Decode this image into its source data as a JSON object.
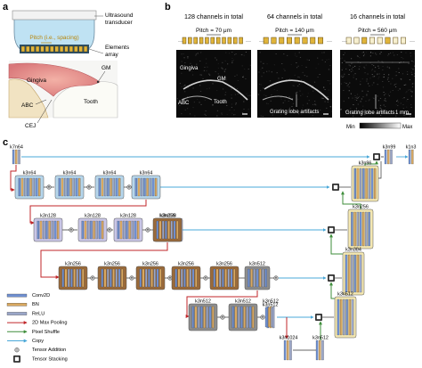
{
  "panels": {
    "a": {
      "letter": "a",
      "labels": {
        "transducer": "Ultrasound",
        "transducer2": "transducer",
        "pitch": "Pitch (i.e., spacing)",
        "elements": "Elements",
        "elements2": "array",
        "gm": "GM",
        "gingiva": "Gingiva",
        "abc": "ABC",
        "tooth": "Tooth",
        "cej": "CEJ"
      }
    },
    "b": {
      "letter": "b",
      "columns": [
        {
          "title": "128 channels in total",
          "pitch": "Pitch = 70 μm",
          "elements": 11
        },
        {
          "title": "64 channels in total",
          "pitch": "Pitch = 140 μm",
          "elements": 8
        },
        {
          "title": "16 channels in total",
          "pitch": "Pitch = 560 μm",
          "elements": 8
        }
      ],
      "image_labels": {
        "gingiva": "Gingiva",
        "gm": "GM",
        "abc": "ABC",
        "tooth": "Tooth",
        "grating": "Grating lobe artifacts",
        "grating2": "Grating lobe artifacts",
        "scale": "1 mm"
      },
      "colorbar": {
        "min": "Min",
        "max": "Max"
      }
    },
    "c": {
      "letter": "c",
      "blocks": {
        "in": "k7n64",
        "e1a": "k3n64",
        "e1b": "k3n64",
        "e1c": "k3n64",
        "e1d": "k3n64",
        "e2a": "k3n128",
        "e2b": "k3n128",
        "e2c": "k3n128",
        "e2d": "k3n128",
        "e2e": "k3n256",
        "e3a": "k3n256",
        "e3b": "k3n256",
        "e3c": "k3n256",
        "e3d": "k3n256",
        "e3e": "k3n256",
        "e3f": "k3n512",
        "e4a": "k3n512",
        "e4b": "k3n512",
        "e4c": "k3n512",
        "bott1": "k3n1024",
        "bott2": "k3n512",
        "d1": "k3n512",
        "d2": "k3n384",
        "d3": "k3n256",
        "d4": "k3n96",
        "out1": "k3n99",
        "out2": "k1n3"
      },
      "legend": [
        {
          "label": "Conv2D",
          "color": "#6f8fcf",
          "kind": "bar"
        },
        {
          "label": "BN",
          "color": "#d9a860",
          "kind": "bar"
        },
        {
          "label": "ReLU",
          "color": "#9aa6c8",
          "kind": "bar"
        },
        {
          "label": "2D Max Pooling",
          "color": "#c0262a",
          "kind": "arrow"
        },
        {
          "label": "Pixel Shuffle",
          "color": "#3e8e3a",
          "kind": "arrow"
        },
        {
          "label": "Copy",
          "color": "#4aa8d8",
          "kind": "arrow"
        },
        {
          "label": "Tensor Addition",
          "color": "#999999",
          "kind": "circle"
        },
        {
          "label": "Tensor Stacking",
          "color": "#333333",
          "kind": "square"
        }
      ],
      "colors": {
        "blue_block": "#b6d6ec",
        "purple_block": "#c9c6e6",
        "brown_block": "#9a6a3a",
        "gray_block": "#8d8d8d",
        "yellow_block": "#f3e7b2",
        "maxpool": "#c0262a",
        "shuffle": "#3e8e3a",
        "copy": "#4aa8d8"
      }
    }
  }
}
